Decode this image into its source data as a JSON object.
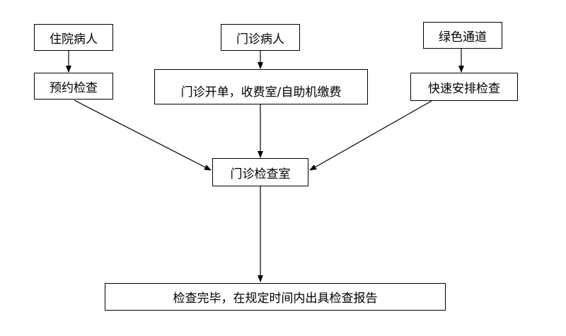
{
  "nodes": {
    "inpatient": "住院病人",
    "outpatient": "门诊病人",
    "green_channel": "绿色通道",
    "appointment_exam": "预约检查",
    "outpatient_billing": "门诊开单，收费室/自助机缴费",
    "fast_arrange_exam": "快速安排检查",
    "outpatient_exam_room": "门诊检查室",
    "exam_report": "检查完毕，在规定时间内出具检查报告"
  },
  "colors": {
    "stroke": "#000000",
    "background": "#ffffff"
  }
}
